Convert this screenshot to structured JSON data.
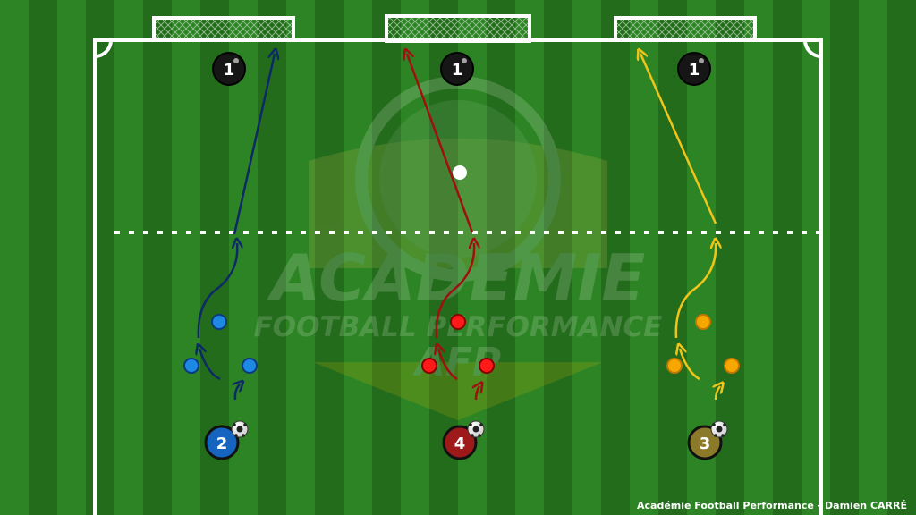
{
  "watermark": {
    "line1": "ACADEMIE",
    "line2": "FOOTBALL PERFORMANCE",
    "line3": "AFP"
  },
  "credit": "Académie Football Performance - Damien CARRÉ",
  "players": {
    "goalkeeper_label": "1",
    "blue_label": "2",
    "red_label": "4",
    "gold_label": "3"
  },
  "colors": {
    "grass_light": "#2f8a25",
    "grass_dark": "#236f1c",
    "blue": "#1565c0",
    "blue_arrow": "#0d2a66",
    "red": "#e01010",
    "red_arrow": "#a01010",
    "gold": "#f0a800",
    "gold_arrow": "#f2c418"
  },
  "icons": [
    "soccer-ball-icon",
    "ball-icon",
    "arrow-icon"
  ]
}
